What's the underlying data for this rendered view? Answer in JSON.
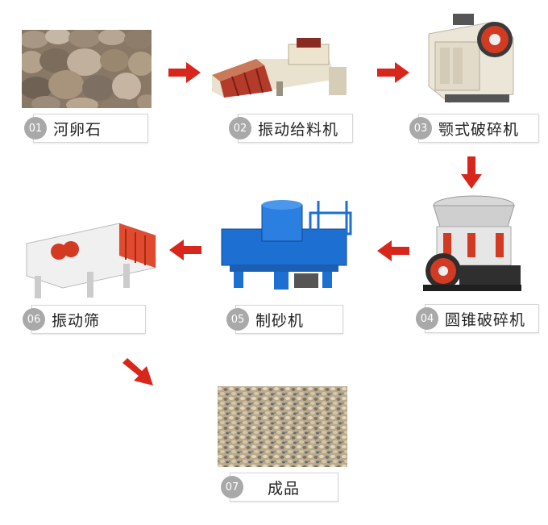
{
  "steps": [
    {
      "num": "01",
      "label": "河卵石",
      "icon": "river-pebble-image"
    },
    {
      "num": "02",
      "label": "振动给料机",
      "icon": "vibrating-feeder-image"
    },
    {
      "num": "03",
      "label": "颚式破碎机",
      "icon": "jaw-crusher-image"
    },
    {
      "num": "04",
      "label": "圆锥破碎机",
      "icon": "cone-crusher-image"
    },
    {
      "num": "05",
      "label": "制砂机",
      "icon": "sand-making-machine-image"
    },
    {
      "num": "06",
      "label": "振动筛",
      "icon": "vibrating-screen-image"
    },
    {
      "num": "07",
      "label": "成品",
      "icon": "finished-sand-image"
    }
  ],
  "colors": {
    "arrow": "#d9261c",
    "badge": "#a9a9a9",
    "machine_red": "#d23a22",
    "machine_blue": "#1d6fd1"
  }
}
